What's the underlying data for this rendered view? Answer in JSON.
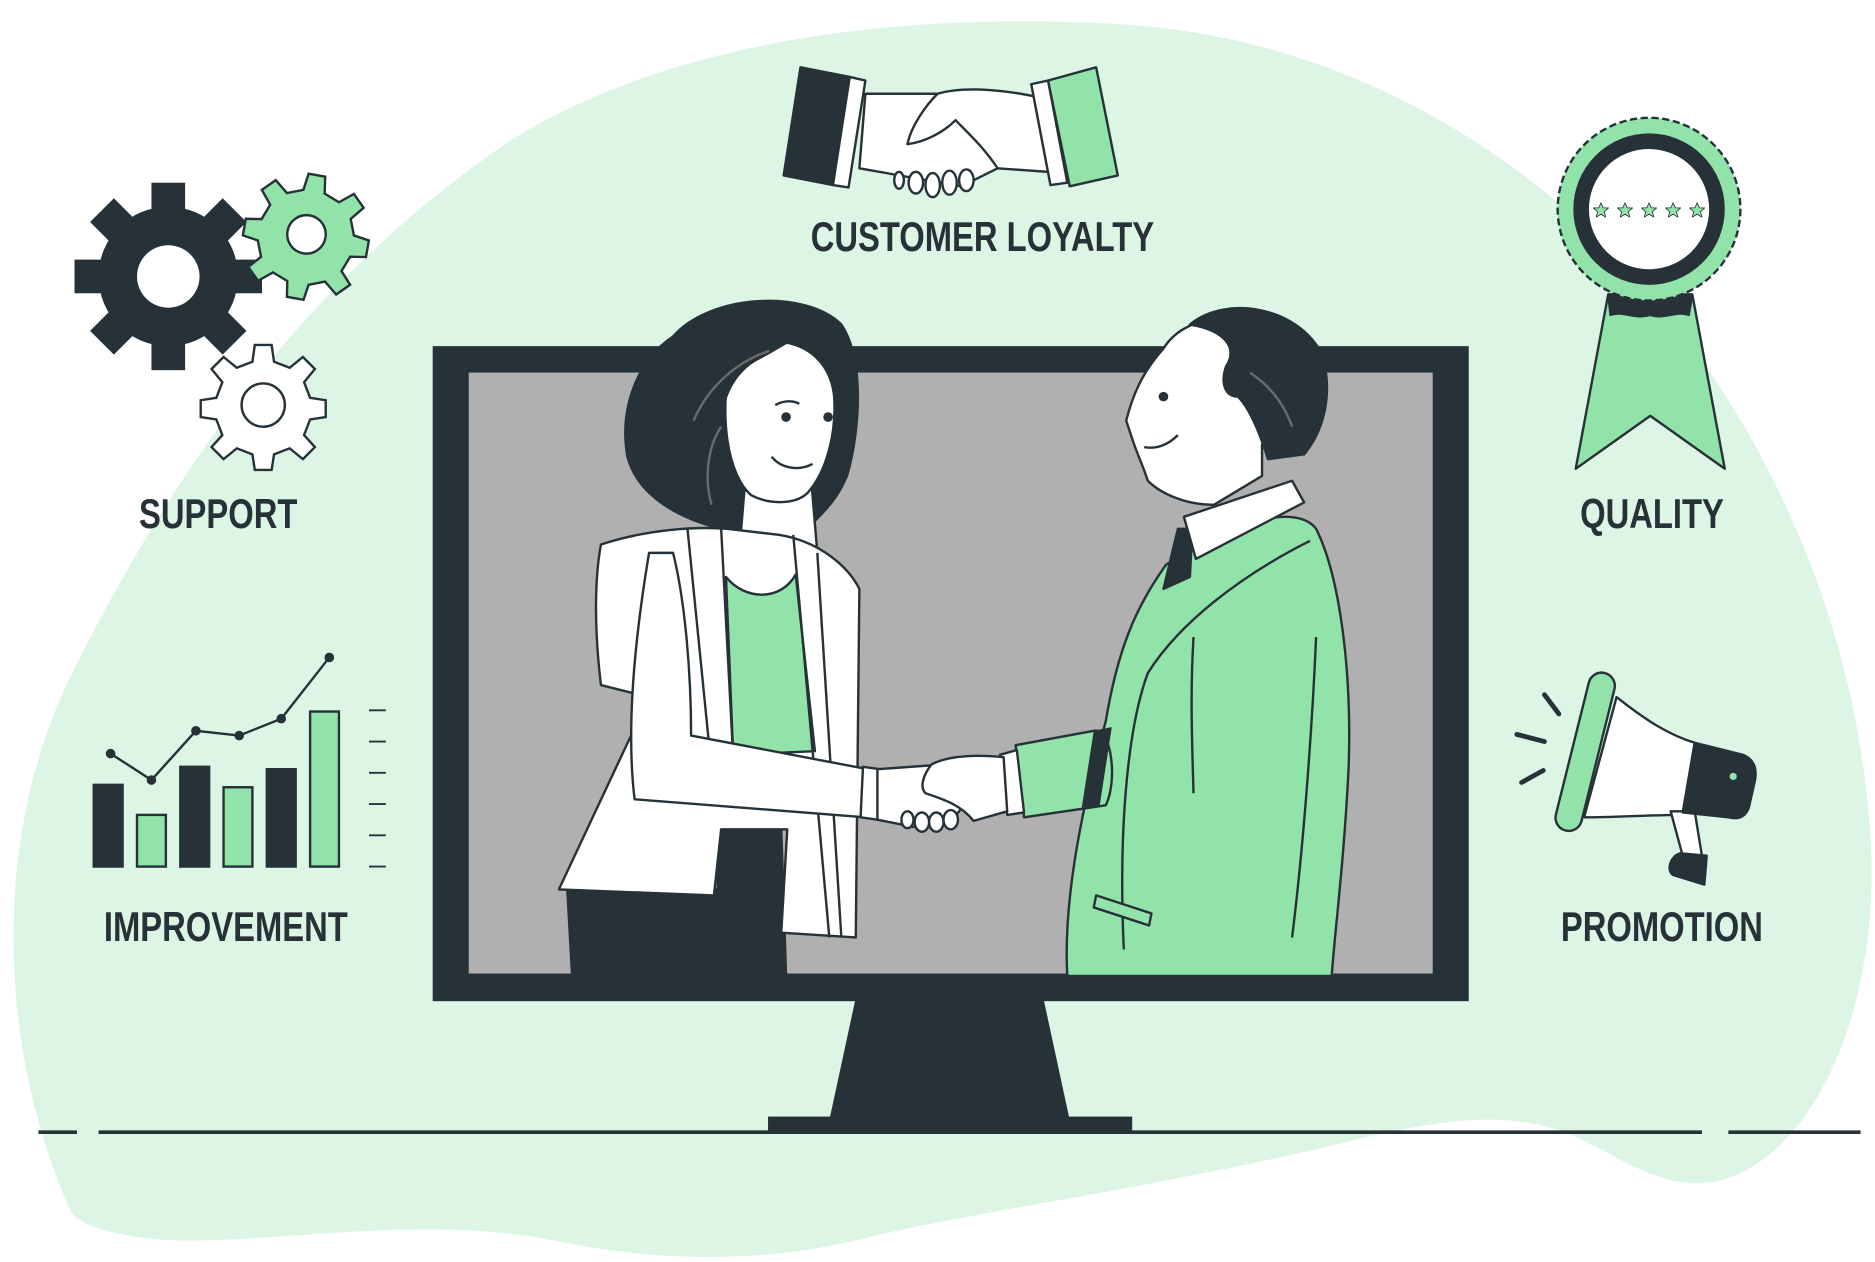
{
  "colors": {
    "dark": "#263238",
    "green": "#92E3A9",
    "blob": "#DDF5E4",
    "screen": "#B0B0B0",
    "white": "#FFFFFF"
  },
  "labels": {
    "customer_loyalty": "CUSTOMER LOYALTY",
    "support": "SUPPORT",
    "quality": "QUALITY",
    "improvement": "IMPROVEMENT",
    "promotion": "PROMOTION"
  },
  "icons": {
    "customer_loyalty": "handshake-icon",
    "support": "gears-icon",
    "quality": "award-ribbon-icon",
    "improvement": "bar-line-chart-icon",
    "promotion": "megaphone-icon"
  },
  "quality_badge": {
    "stars": 5
  },
  "improvement_chart": {
    "bars": [
      {
        "height": 0.6,
        "color": "dark"
      },
      {
        "height": 0.38,
        "color": "green"
      },
      {
        "height": 0.73,
        "color": "dark"
      },
      {
        "height": 0.52,
        "color": "green"
      },
      {
        "height": 0.71,
        "color": "dark"
      },
      {
        "height": 1.0,
        "color": "green"
      }
    ],
    "line_points": 6
  },
  "scene": {
    "monitor": "monitor-frame",
    "people": [
      "woman-in-white-blazer",
      "man-in-green-suit"
    ],
    "action": "handshake"
  }
}
